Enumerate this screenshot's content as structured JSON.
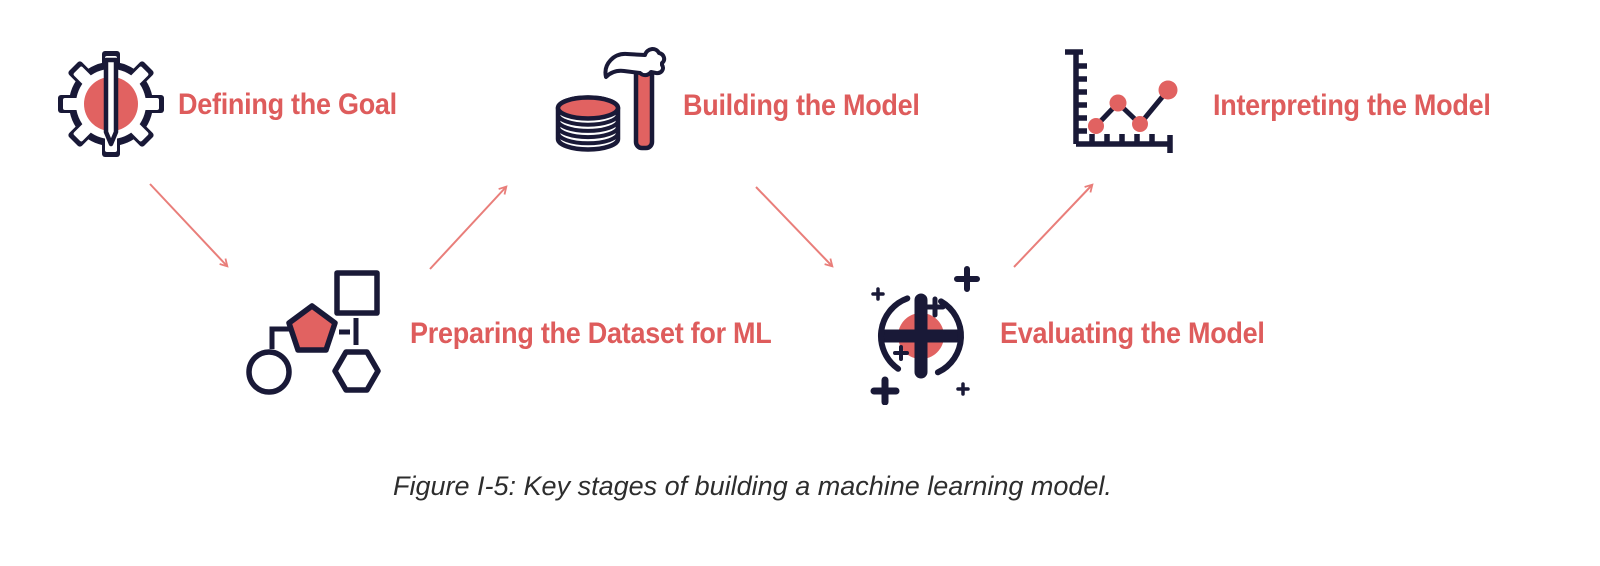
{
  "figure": {
    "caption": "Figure I-5: Key stages of building a machine learning model."
  },
  "palette": {
    "label_coral": "#DE5C5C",
    "icon_fill_coral": "#E16261",
    "arrow_coral": "#E97E7A",
    "icon_navy": "#191937",
    "caption_color": "#2D2D2D",
    "background": "#FFFFFF"
  },
  "stages": [
    {
      "order": 1,
      "label": "Defining the Goal",
      "icon": "gear-pencil-icon",
      "row": "top"
    },
    {
      "order": 2,
      "label": "Preparing the Dataset for ML",
      "icon": "flowchart-shapes-icon",
      "row": "bottom"
    },
    {
      "order": 3,
      "label": "Building the Model",
      "icon": "data-stack-hammer-icon",
      "row": "top"
    },
    {
      "order": 4,
      "label": "Evaluating the Model",
      "icon": "target-crosshair-icon",
      "row": "bottom"
    },
    {
      "order": 5,
      "label": "Interpreting the Model",
      "icon": "line-chart-icon",
      "row": "top"
    }
  ],
  "arrows": [
    {
      "from": "Defining the Goal",
      "to": "Preparing the Dataset for ML",
      "direction": "down-right"
    },
    {
      "from": "Preparing the Dataset for ML",
      "to": "Building the Model",
      "direction": "up-right"
    },
    {
      "from": "Building the Model",
      "to": "Evaluating the Model",
      "direction": "down-right"
    },
    {
      "from": "Evaluating the Model",
      "to": "Interpreting the Model",
      "direction": "up-right"
    }
  ]
}
